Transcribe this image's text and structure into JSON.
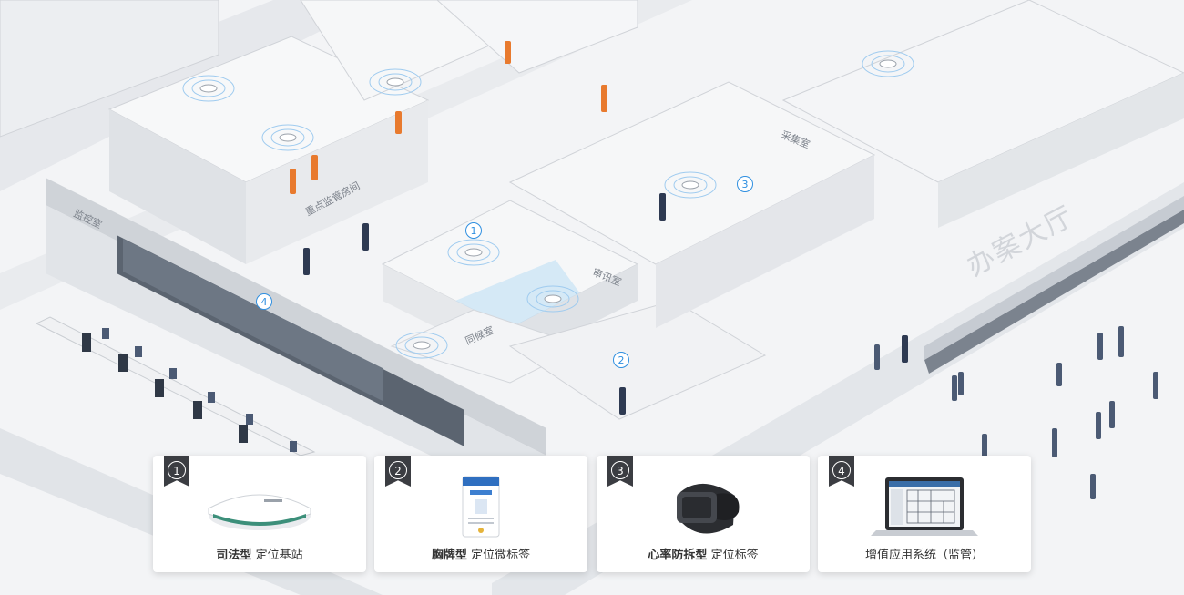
{
  "rooms": {
    "key_monitor": "重点监管房间",
    "monitor_room": "监控室",
    "interrogation": "审讯室",
    "collection": "采集室",
    "waiting": "同候室",
    "hall": "办案大厅"
  },
  "markers": [
    "1",
    "2",
    "3",
    "4"
  ],
  "cards": [
    {
      "num": "1",
      "bold": "司法型",
      "normal": "定位基站",
      "icon": "ceiling-base-station-icon"
    },
    {
      "num": "2",
      "bold": "胸牌型",
      "normal": "定位微标签",
      "icon": "badge-tag-icon"
    },
    {
      "num": "3",
      "bold": "心率防拆型",
      "normal": "定位标签",
      "icon": "wristband-tag-icon"
    },
    {
      "num": "4",
      "bold": "",
      "normal": "增值应用系统（监管）",
      "icon": "laptop-system-icon"
    }
  ],
  "colors": {
    "accent": "#2f8fe0",
    "wall": "#d9dce1",
    "floor": "#f4f5f7",
    "tag_dark": "#3b3d42"
  }
}
